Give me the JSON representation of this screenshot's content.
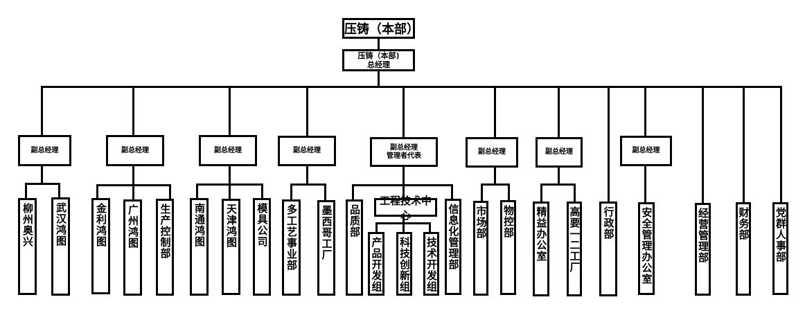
{
  "root": {
    "label": "压铸（本部）"
  },
  "general_manager": {
    "line1": "压铸（本部)",
    "line2": "总经理"
  },
  "branches": [
    {
      "label": [
        "副总经理"
      ],
      "children": [
        "柳州奥兴",
        "武汉鸿图"
      ]
    },
    {
      "label": [
        "副总经理"
      ],
      "children": [
        "金利鸿图",
        "广州鸿图",
        "生产控制部"
      ]
    },
    {
      "label": [
        "副总经理"
      ],
      "children": [
        "南通鸿图",
        "天津鸿图",
        "模具公司"
      ]
    },
    {
      "label": [
        "副总经理"
      ],
      "children": [
        "多工艺事业部",
        "墨西哥工厂"
      ]
    },
    {
      "label": [
        "副总经理",
        "管理者代表"
      ],
      "children": [
        "品质部",
        "工程技术中心",
        "信息化管理部"
      ],
      "sub_center": {
        "label": "工程技术中心",
        "children": [
          "产品开发组",
          "科技创新组",
          "技术开发组"
        ]
      }
    },
    {
      "label": [
        "副总经理"
      ],
      "children": [
        "市场部",
        "物控部"
      ]
    },
    {
      "label": [
        "副总经理"
      ],
      "children": [
        "精益办公室",
        "高要一二工厂"
      ]
    },
    {
      "label": [],
      "children": [
        "行政部"
      ]
    },
    {
      "label": [
        "副总经理"
      ],
      "children": [
        "安全管理办公室"
      ]
    },
    {
      "label": [],
      "children": [
        "经营管理部"
      ]
    },
    {
      "label": [],
      "children": [
        "财务部"
      ]
    },
    {
      "label": [],
      "children": [
        "党群人事部"
      ]
    }
  ]
}
